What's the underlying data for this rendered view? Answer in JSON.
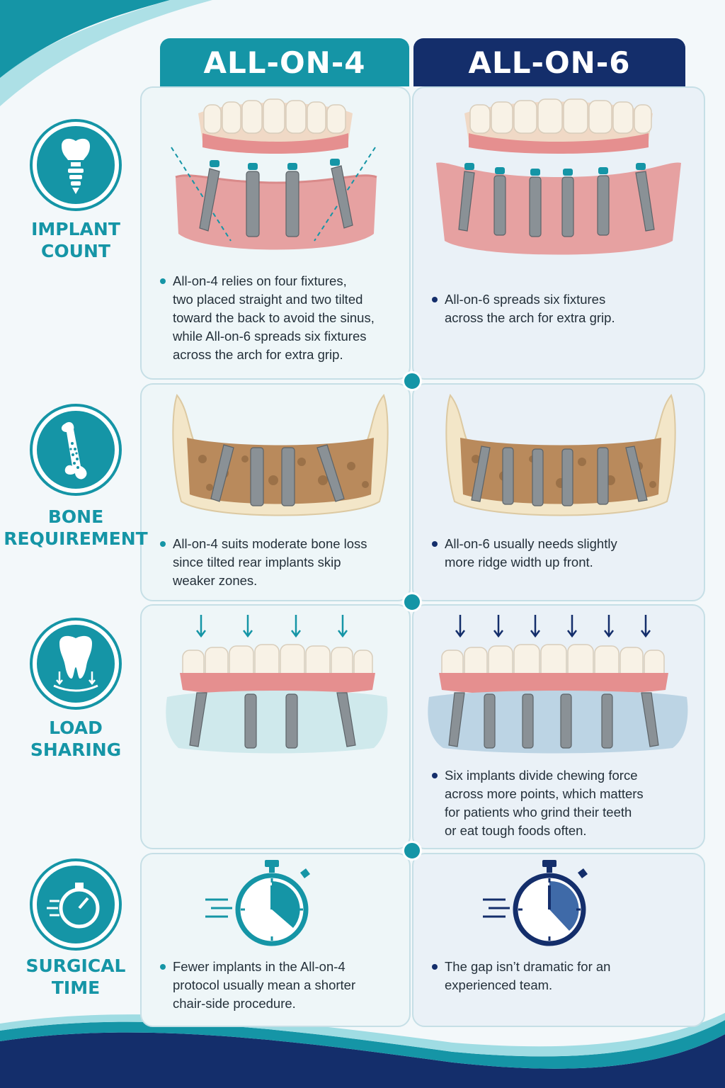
{
  "columns": {
    "left": "ALL-ON-4",
    "right": "ALL-ON-6"
  },
  "rows": [
    {
      "label_lines": [
        "IMPLANT",
        "COUNT"
      ],
      "icon": "dental-implant-icon",
      "left_text": [
        "All-on-4 relies on four fixtures,",
        "two placed straight and two tilted",
        "toward the back to avoid the sinus,",
        "while All-on-6 spreads six fixtures",
        "across the arch for extra grip."
      ],
      "right_text": [
        "All-on-6 spreads six fixtures",
        "across the arch for extra grip."
      ]
    },
    {
      "label_lines": [
        "BONE",
        "REQUIREMENT"
      ],
      "icon": "bone-icon",
      "left_text": [
        "All-on-4 suits moderate bone loss",
        "since tilted rear implants skip",
        "weaker zones."
      ],
      "right_text": [
        "All-on-6 usually needs slightly",
        "more ridge width up front."
      ]
    },
    {
      "label_lines": [
        "LOAD",
        "SHARING"
      ],
      "icon": "tooth-pressure-icon",
      "left_text": [],
      "right_text": [
        "Six implants divide chewing force",
        "across more points, which matters",
        "for patients who grind their teeth",
        "or eat tough foods often."
      ]
    },
    {
      "label_lines": [
        "SURGICAL",
        "TIME"
      ],
      "icon": "stopwatch-icon",
      "left_text": [
        "Fewer implants in the All-on-4",
        "protocol usually mean a shorter",
        "chair-side procedure."
      ],
      "right_text": [
        "The gap isn’t dramatic for an",
        "experienced team."
      ]
    }
  ],
  "colors": {
    "teal": "#1595a6",
    "navy": "#142e6b"
  }
}
